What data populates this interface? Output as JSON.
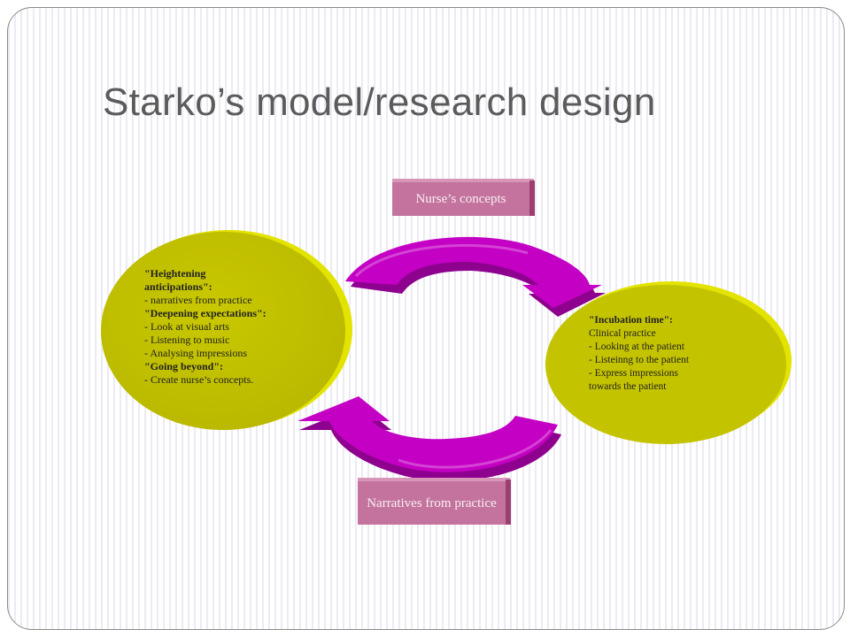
{
  "slide": {
    "title": "Starko’s model/research design"
  },
  "diagram": {
    "top_box": "Nurse’s concepts",
    "bottom_box": "Narratives from practice",
    "left_circle": {
      "lines": [
        {
          "text": "\"Heightening",
          "bold": true
        },
        {
          "text": "anticipations\":",
          "bold": true
        },
        {
          "text": "- narratives from practice",
          "bold": false
        },
        {
          "text": "\"Deepening expectations\":",
          "bold": true
        },
        {
          "text": "- Look at visual arts",
          "bold": false
        },
        {
          "text": "- Listening to music",
          "bold": false
        },
        {
          "text": "- Analysing impressions",
          "bold": false
        },
        {
          "text": "\"Going beyond\":",
          "bold": true
        },
        {
          "text": "- Create nurse’s concepts.",
          "bold": false
        }
      ]
    },
    "right_circle": {
      "lines": [
        {
          "text": "\"Incubation time\":",
          "bold": true
        },
        {
          "text": "Clinical practice",
          "bold": false
        },
        {
          "text": "- Looking at the patient",
          "bold": false
        },
        {
          "text": "- Listeinng to the patient",
          "bold": false
        },
        {
          "text": "- Express impressions",
          "bold": false
        },
        {
          "text": "towards the patient",
          "bold": false
        }
      ]
    },
    "colors": {
      "circle_fill": "#c4c300",
      "circle_rim": "#e3e300",
      "arrow_fill": "#c400c4",
      "arrow_dark": "#8e008e",
      "box_fill": "#c4739e"
    }
  }
}
